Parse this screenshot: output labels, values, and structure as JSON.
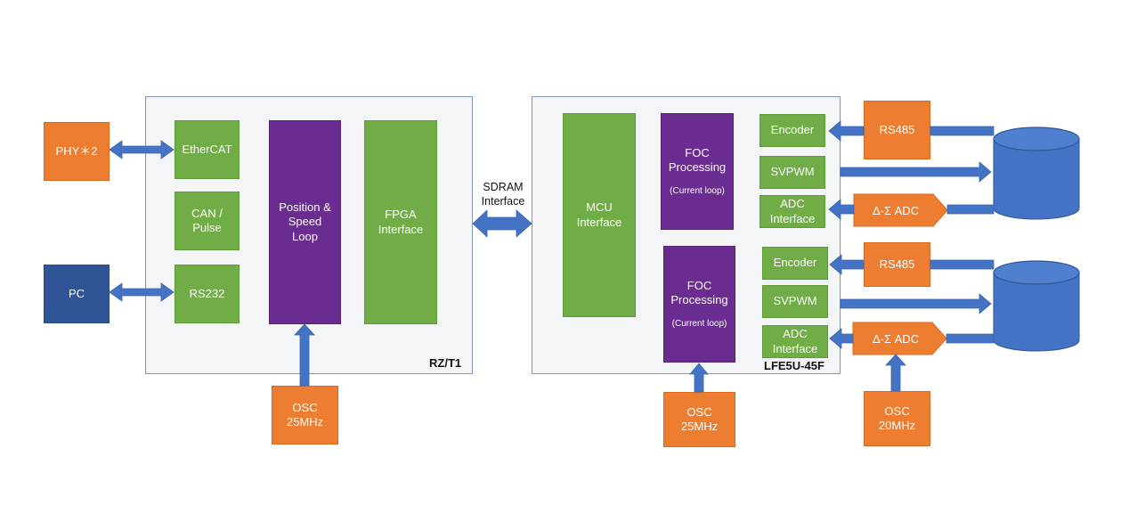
{
  "colors": {
    "green": "#70ad47",
    "purple": "#6a2c91",
    "orange": "#ed7d31",
    "navy": "#2f5597",
    "arrow": "#4472c4",
    "motor": "#4472c4",
    "container_fill": "#f4f5f6",
    "container_border": "#7f95b6"
  },
  "rzt1": {
    "label": "RZ/T1",
    "ethercat": "EtherCAT",
    "can_pulse": "CAN /\nPulse",
    "rs232": "RS232",
    "position_speed": "Position &\nSpeed\nLoop",
    "fpga_interface": "FPGA\nInterface"
  },
  "external_left": {
    "phy": "PHY＊2",
    "pc": "PC",
    "osc": "OSC\n25MHz"
  },
  "sdram": "SDRAM\nInterface",
  "lfe5u": {
    "label": "LFE5U-45F",
    "mcu_interface": "MCU\nInterface",
    "foc_top": "FOC\nProcessing",
    "foc_top_sub": "(Current loop)",
    "foc_bottom": "FOC\nProcessing",
    "foc_bottom_sub": "(Current loop)",
    "encoder_top": "Encoder",
    "svpwm_top": "SVPWM",
    "adc_top": "ADC\nInterface",
    "encoder_bottom": "Encoder",
    "svpwm_bottom": "SVPWM",
    "adc_bottom": "ADC\nInterface",
    "osc": "OSC\n25MHz"
  },
  "external_right": {
    "rs485_top": "RS485",
    "adc_top": "Δ-Σ ADC",
    "rs485_bottom": "RS485",
    "adc_bottom": "Δ-Σ ADC",
    "osc": "OSC\n20MHz"
  },
  "icons": {
    "motor": "motor-cylinder-icon",
    "arrow": "block-arrow-icon"
  }
}
